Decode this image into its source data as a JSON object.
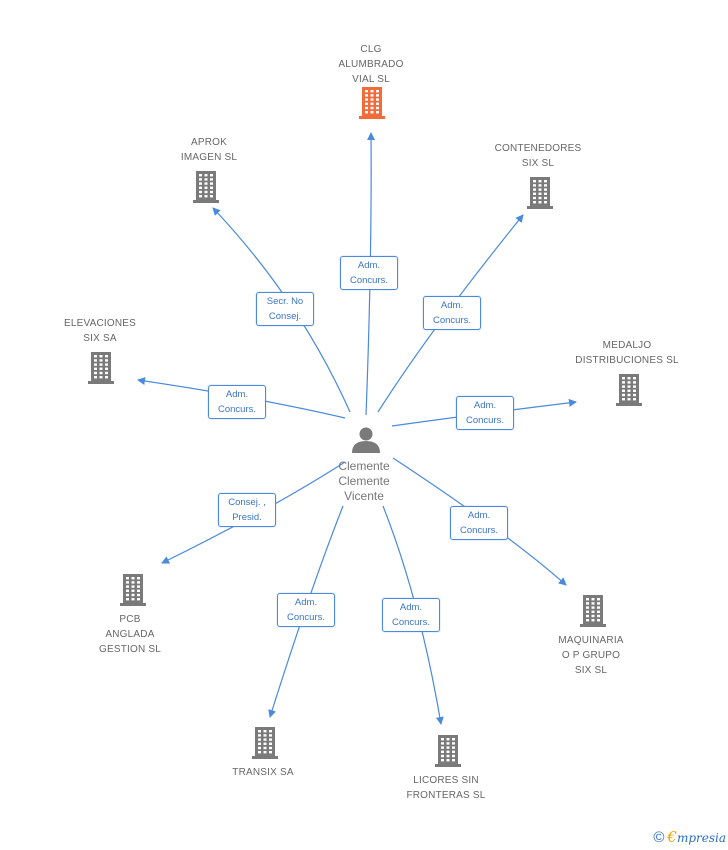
{
  "center": {
    "label": "Clemente\nClemente\nVicente"
  },
  "companies": [
    {
      "id": "clg",
      "label": "CLG\nALUMBRADO\nVIAL SL",
      "color": "#f26b3a"
    },
    {
      "id": "aprok",
      "label": "APROK\nIMAGEN SL",
      "color": "#7a7a7a"
    },
    {
      "id": "contenedores",
      "label": "CONTENEDORES\nSIX SL",
      "color": "#7a7a7a"
    },
    {
      "id": "elevaciones",
      "label": "ELEVACIONES\nSIX SA",
      "color": "#7a7a7a"
    },
    {
      "id": "medaljo",
      "label": "MEDALJO\nDISTRIBUCIONES SL",
      "color": "#7a7a7a"
    },
    {
      "id": "pcb",
      "label": "PCB\nANGLADA\nGESTION  SL",
      "color": "#7a7a7a"
    },
    {
      "id": "maquinaria",
      "label": "MAQUINARIA\nO P GRUPO\nSIX SL",
      "color": "#7a7a7a"
    },
    {
      "id": "transix",
      "label": "TRANSIX SA",
      "color": "#7a7a7a"
    },
    {
      "id": "licores",
      "label": "LICORES SIN\nFRONTERAS SL",
      "color": "#7a7a7a"
    }
  ],
  "edges": [
    {
      "to": "clg",
      "label": "Adm.\nConcurs."
    },
    {
      "to": "aprok",
      "label": "Secr.  No\nConsej."
    },
    {
      "to": "contenedores",
      "label": "Adm.\nConcurs."
    },
    {
      "to": "elevaciones",
      "label": "Adm.\nConcurs."
    },
    {
      "to": "medaljo",
      "label": "Adm.\nConcurs."
    },
    {
      "to": "pcb",
      "label": "Consej. ,\nPresid."
    },
    {
      "to": "maquinaria",
      "label": "Adm.\nConcurs."
    },
    {
      "to": "transix",
      "label": "Adm.\nConcurs."
    },
    {
      "to": "licores",
      "label": "Adm.\nConcurs."
    }
  ],
  "colors": {
    "edge": "#4a89dc",
    "person": "#7a7a7a"
  },
  "icons": {
    "person": "person-icon",
    "company": "building-icon"
  },
  "footer": {
    "copyright": "©",
    "brand_first": "€",
    "brand_rest": "mpresia"
  }
}
